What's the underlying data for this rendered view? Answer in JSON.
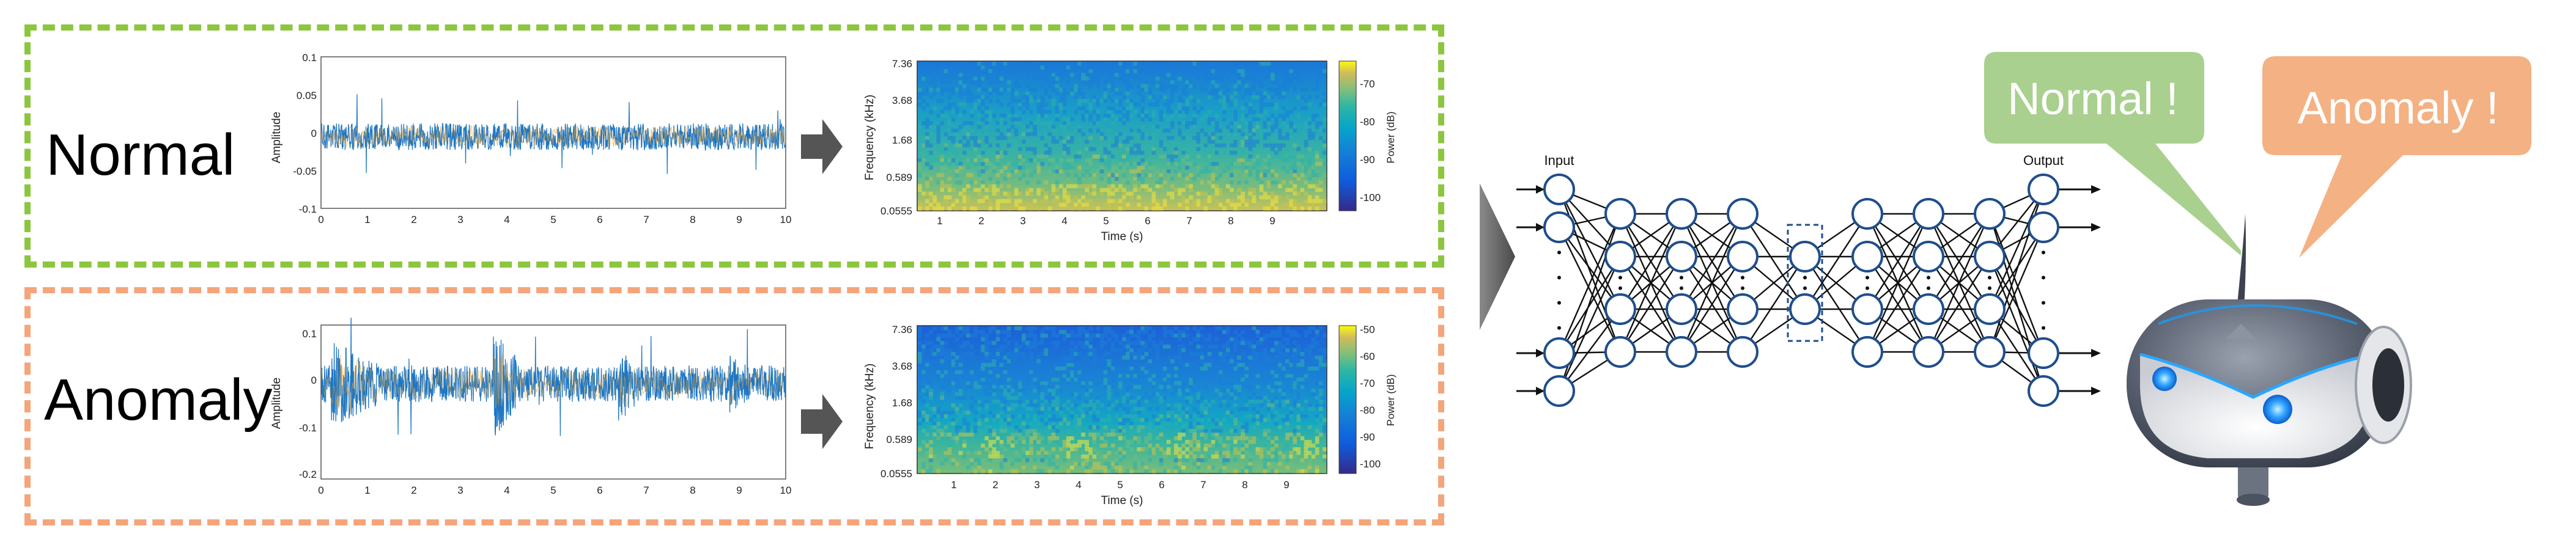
{
  "panels": {
    "normal": {
      "label": "Normal",
      "border_color": "#8cc63f",
      "waveform": {
        "ylabel": "Amplitude",
        "yticks": [
          "0.1",
          "0.05",
          "0",
          "-0.05",
          "-0.1"
        ],
        "xticks": [
          "0",
          "1",
          "2",
          "3",
          "4",
          "5",
          "6",
          "7",
          "8",
          "9",
          "10"
        ]
      },
      "spectrogram": {
        "ylabel": "Frequency (kHz)",
        "yticks": [
          "7.36",
          "3.68",
          "1.68",
          "0.589",
          "0.0555"
        ],
        "xticks": [
          "1",
          "2",
          "3",
          "4",
          "5",
          "6",
          "7",
          "8",
          "9"
        ],
        "xlabel": "Time (s)",
        "colorbar_label": "Power (dB)",
        "colorbar_ticks": [
          "-70",
          "-80",
          "-90",
          "-100"
        ]
      }
    },
    "anomaly": {
      "label": "Anomaly",
      "border_color": "#f4a57a",
      "waveform": {
        "ylabel": "Amplitude",
        "yticks": [
          "0.1",
          "0",
          "-0.1",
          "-0.2"
        ],
        "xticks": [
          "0",
          "1",
          "2",
          "3",
          "4",
          "5",
          "6",
          "7",
          "8",
          "9",
          "10"
        ]
      },
      "spectrogram": {
        "ylabel": "Frequency (kHz)",
        "yticks": [
          "7.36",
          "3.68",
          "1.68",
          "0.589",
          "0.0555"
        ],
        "xticks": [
          "1",
          "2",
          "3",
          "4",
          "5",
          "6",
          "7",
          "8",
          "9"
        ],
        "xlabel": "Time (s)",
        "colorbar_label": "Power (dB)",
        "colorbar_ticks": [
          "-50",
          "-60",
          "-70",
          "-80",
          "-90",
          "-100"
        ]
      }
    }
  },
  "network": {
    "input_label": "Input",
    "output_label": "Output",
    "node_color": "#1f4e8c"
  },
  "bubbles": {
    "normal": {
      "text": "Normal !",
      "color": "#a9d08e"
    },
    "anomaly": {
      "text": "Anomaly !",
      "color": "#f4b183"
    }
  }
}
